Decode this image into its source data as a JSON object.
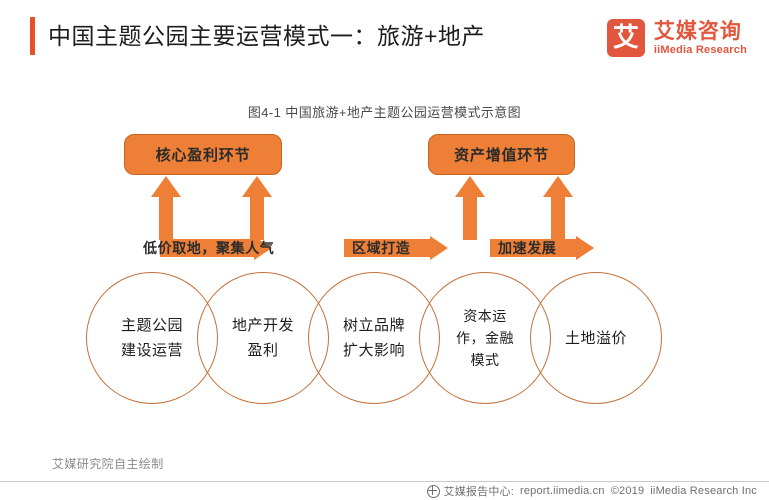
{
  "header": {
    "title": "中国主题公园主要运营模式一：旅游+地产",
    "accent_color": "#E8502A",
    "logo": {
      "mark_char": "艾",
      "name_cn": "艾媒咨询",
      "name_en": "iiMedia Research",
      "color": "#E1563C"
    }
  },
  "figure": {
    "caption": "图4-1 中国旅游+地产主题公园运营模式示意图",
    "boxes": [
      {
        "id": "core",
        "label": "核心盈利环节"
      },
      {
        "id": "asset",
        "label": "资产增值环节"
      }
    ],
    "flow_labels": [
      {
        "id": "flow1",
        "label": "低价取地，聚集人气"
      },
      {
        "id": "flow2",
        "label": "区域打造"
      },
      {
        "id": "flow3",
        "label": "加速发展"
      }
    ],
    "circles": [
      {
        "id": "c1",
        "line1": "主题公园",
        "line2": "建设运营",
        "line3": ""
      },
      {
        "id": "c2",
        "line1": "地产开发",
        "line2": "盈利",
        "line3": ""
      },
      {
        "id": "c3",
        "line1": "树立品牌",
        "line2": "扩大影响",
        "line3": ""
      },
      {
        "id": "c4",
        "line1": "资本运",
        "line2": "作，金融",
        "line3": "模式"
      },
      {
        "id": "c5",
        "line1": "土地溢价",
        "line2": "",
        "line3": ""
      }
    ],
    "colors": {
      "box_fill": "#ED8036",
      "box_border": "#C4641F",
      "arrow": "#ED8036",
      "circle_border": "#C3713B"
    }
  },
  "footer": {
    "source_note": "艾媒研究院自主绘制",
    "center_label": "艾媒报告中心:",
    "site": "report.iimedia.cn",
    "copyright": "©2019",
    "company": "iiMedia Research Inc"
  },
  "chart_data": {
    "type": "diagram",
    "title": "图4-1 中国旅游+地产主题公园运营模式示意图",
    "nodes": [
      {
        "kind": "stage-circle",
        "order": 1,
        "text": "主题公园建设运营"
      },
      {
        "kind": "stage-circle",
        "order": 2,
        "text": "地产开发盈利"
      },
      {
        "kind": "stage-circle",
        "order": 3,
        "text": "树立品牌扩大影响"
      },
      {
        "kind": "stage-circle",
        "order": 4,
        "text": "资本运作，金融模式"
      },
      {
        "kind": "stage-circle",
        "order": 5,
        "text": "土地溢价"
      },
      {
        "kind": "callout-box",
        "order": 1,
        "text": "核心盈利环节",
        "covers": [
          1,
          2
        ]
      },
      {
        "kind": "callout-box",
        "order": 2,
        "text": "资产增值环节",
        "covers": [
          4,
          5
        ]
      }
    ],
    "edges": [
      {
        "from": 1,
        "to": 2,
        "label": "低价取地，聚集人气"
      },
      {
        "from": 3,
        "to": 4,
        "label": "区域打造"
      },
      {
        "from": 4,
        "to": 5,
        "label": "加速发展"
      }
    ]
  }
}
